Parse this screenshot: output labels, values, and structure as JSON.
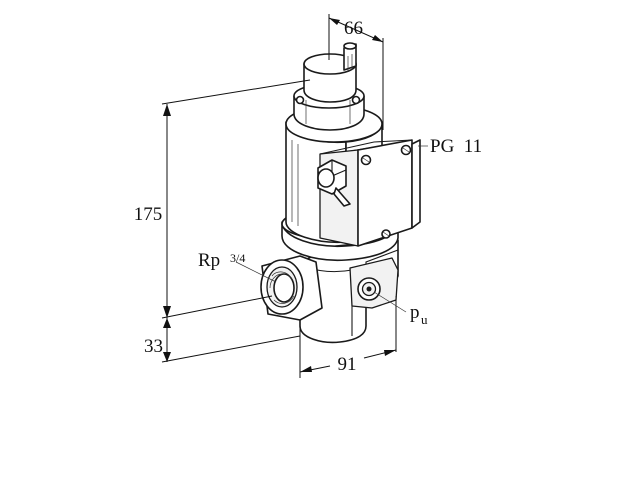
{
  "dimensions": {
    "top_width": "66",
    "height": "175",
    "bottom_offset": "33",
    "body_width": "91"
  },
  "labels": {
    "cable_gland": "PG  11",
    "connection_prefix": "Rp",
    "connection_size": "3/4",
    "pressure_port": "p",
    "pressure_port_sub": "u"
  }
}
